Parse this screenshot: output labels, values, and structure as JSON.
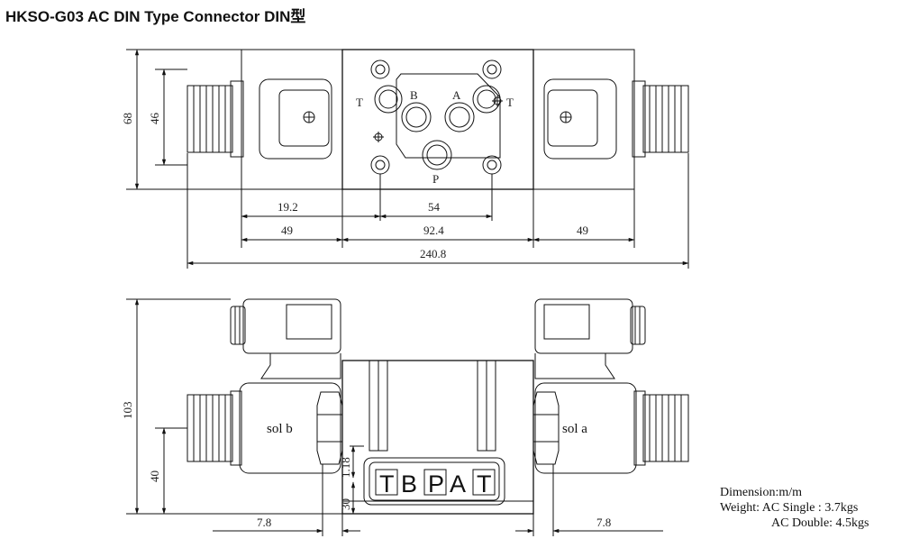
{
  "title": "HKSO-G03 AC DIN Type Connector DIN型",
  "top_view": {
    "port_labels": {
      "t_left": "T",
      "b": "B",
      "a": "A",
      "t_right": "T",
      "p": "P"
    },
    "dims": {
      "d68": "68",
      "d46": "46",
      "d19_2": "19.2",
      "d54": "54",
      "d49_left": "49",
      "d92_4": "92.4",
      "d49_right": "49",
      "d240_8": "240.8"
    }
  },
  "front_view": {
    "sol_b": "sol b",
    "sol_a": "sol a",
    "nameplate": [
      "T",
      "B",
      "P",
      "A",
      "T"
    ],
    "dims": {
      "d103": "103",
      "d40": "40",
      "d1_18": "1.18",
      "d30": "30",
      "d7_8_left": "7.8",
      "d7_8_right": "7.8"
    }
  },
  "spec": {
    "dimension": "Dimension:m/m",
    "weight_single": "Weight: AC Single : 3.7kgs",
    "weight_double": "AC Double: 4.5kgs"
  }
}
